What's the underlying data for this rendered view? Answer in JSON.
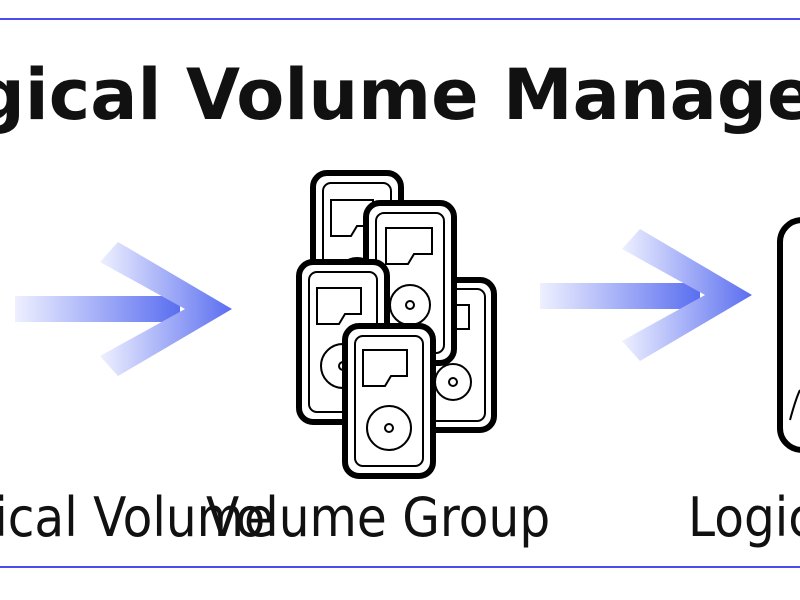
{
  "diagram": {
    "title": "Logical Volume Management",
    "nodes": [
      {
        "id": "physical-volume",
        "label": "Physical Volume"
      },
      {
        "id": "volume-group",
        "label": "Volume Group"
      },
      {
        "id": "logical-volume",
        "label": "Logical Volume"
      }
    ],
    "edges": [
      {
        "from": "physical-volume",
        "to": "volume-group"
      },
      {
        "from": "volume-group",
        "to": "logical-volume"
      }
    ],
    "icons": [
      "arrow-right-icon",
      "disk-stack-icon",
      "disk-icon"
    ],
    "colors": {
      "frame": "#4b4bef",
      "arrow_start": "#eef0ff",
      "arrow_end": "#5a6ef0",
      "text": "#111111",
      "icon_stroke": "#000000"
    }
  }
}
